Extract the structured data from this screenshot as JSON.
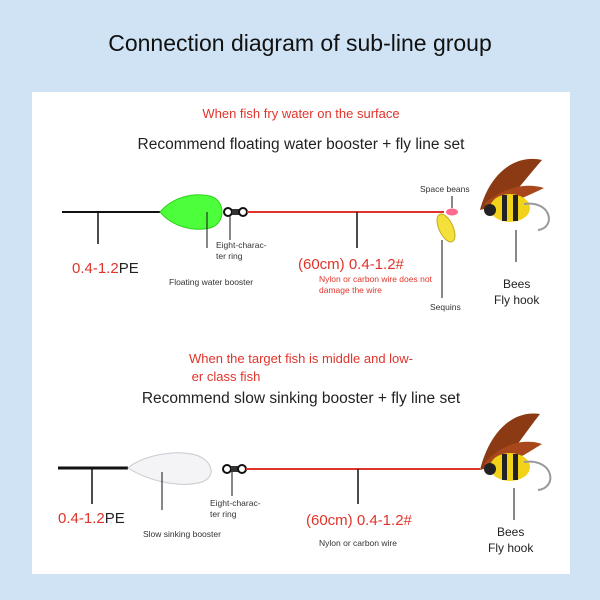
{
  "title": "Connection diagram of sub-line group",
  "colors": {
    "background": "#cfe3f4",
    "panel": "#ffffff",
    "accent_red": "#e0342a",
    "floater_green": "#4cff3a"
  },
  "section1": {
    "condition": "When fish fry water on the surface",
    "heading": "Recommend floating water booster + fly line set",
    "main_line_spec": "0.4-1.2",
    "main_line_unit": "PE",
    "booster_label": "Floating water booster",
    "ring_label_1": "Eight-charac-",
    "ring_label_2": "ter ring",
    "leader_spec": "(60cm) 0.4-1.2#",
    "leader_note_1": "Nylon or carbon wire does not",
    "leader_note_2": "damage the wire",
    "beans_label": "Space beans",
    "sequins_label": "Sequins",
    "hook_label_1": "Bees",
    "hook_label_2": "Fly hook"
  },
  "section2": {
    "condition_1": "When the target fish is middle and low-",
    "condition_2": "er class fish",
    "heading": "Recommend slow sinking booster + fly line set",
    "main_line_spec": "0.4-1.2",
    "main_line_unit": "PE",
    "booster_label": "Slow sinking booster",
    "ring_label_1": "Eight-charac-",
    "ring_label_2": "ter ring",
    "leader_spec": "(60cm) 0.4-1.2#",
    "leader_note": "Nylon or carbon wire",
    "hook_label_1": "Bees",
    "hook_label_2": "Fly hook"
  }
}
